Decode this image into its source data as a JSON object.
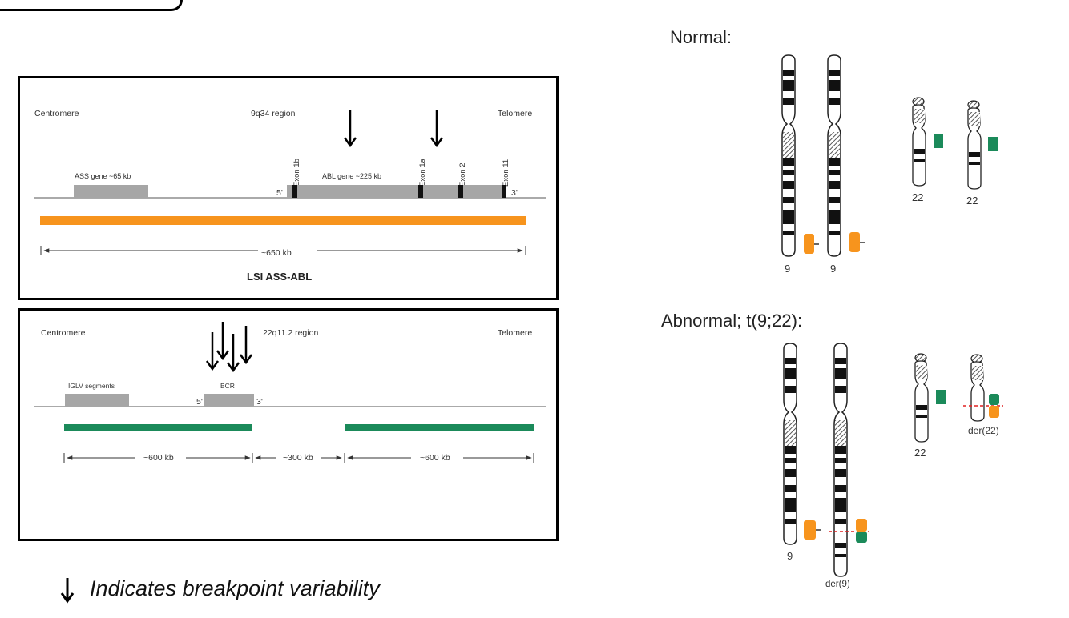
{
  "panel_top": {
    "centromere": "Centromere",
    "region": "9q34 region",
    "telomere": "Telomere",
    "ass_gene": "ASS gene ~65 kb",
    "abl_gene": "ABL gene ~225 kb",
    "five_prime": "5'",
    "three_prime": "3'",
    "exons": [
      "Exon 1b",
      "Exon 1a",
      "Exon 2",
      "Exon 11"
    ],
    "span": "~650 kb",
    "probe_name": "LSI ASS-ABL"
  },
  "panel_bottom": {
    "centromere": "Centromere",
    "region": "22q11.2 region",
    "telomere": "Telomere",
    "iglv": "IGLV segments",
    "bcr": "BCR",
    "five_prime": "5'",
    "three_prime": "3'",
    "span_left": "~600 kb",
    "span_mid": "~300 kb",
    "span_right": "~600 kb"
  },
  "legend": {
    "text": "Indicates breakpoint variability"
  },
  "normal": {
    "heading": "Normal:",
    "labels": [
      "9",
      "9",
      "22",
      "22"
    ]
  },
  "abnormal": {
    "heading": "Abnormal; t(9;22):",
    "labels": [
      "9",
      "der(9)",
      "22",
      "der(22)"
    ]
  },
  "colors": {
    "orange": "#f7941d",
    "green": "#1b8a5a",
    "gene_gray": "#a6a6a6",
    "red_dash": "#e02020"
  }
}
